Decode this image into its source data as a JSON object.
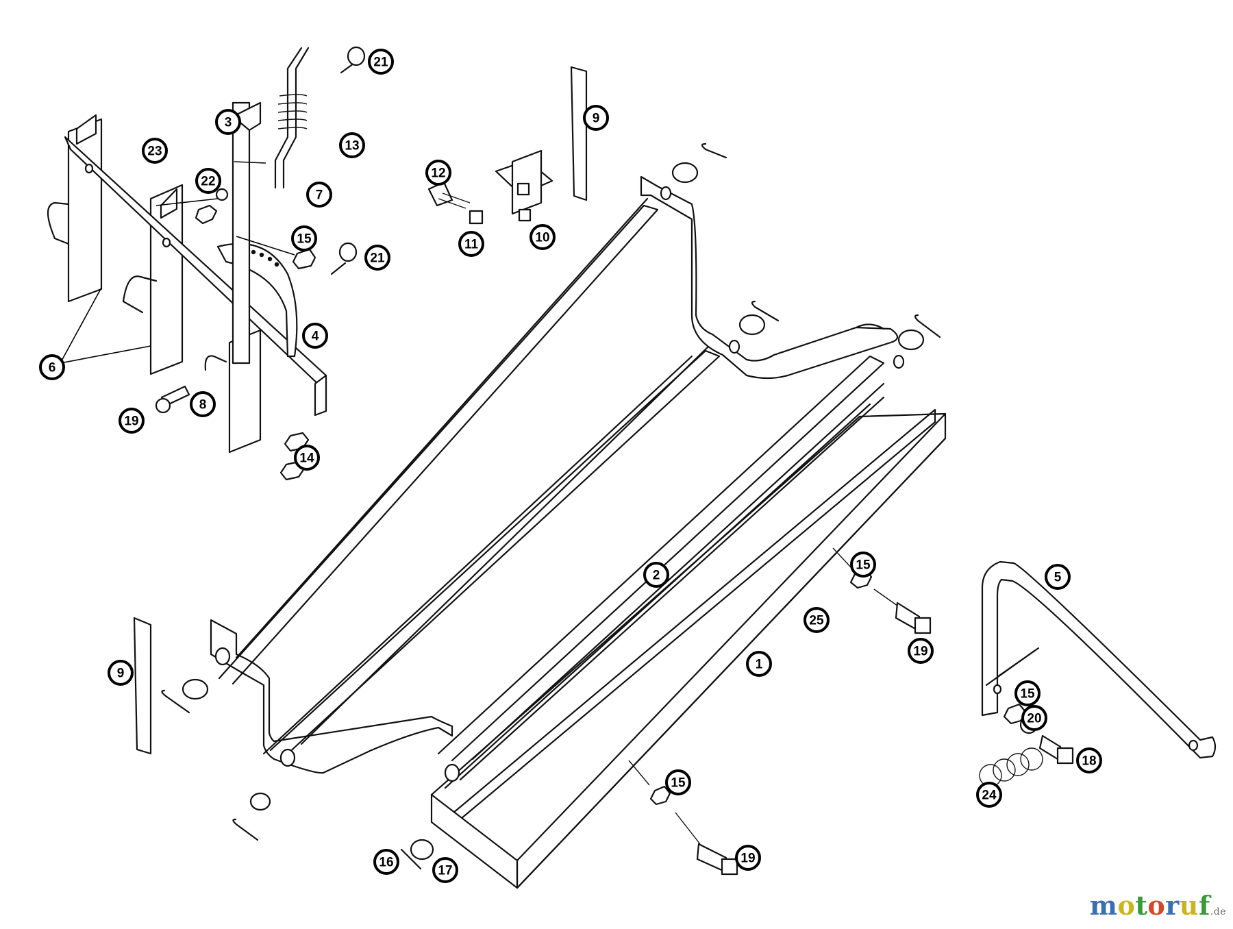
{
  "callouts": [
    {
      "label": "21"
    },
    {
      "label": "3"
    },
    {
      "label": "13"
    },
    {
      "label": "23"
    },
    {
      "label": "22"
    },
    {
      "label": "7"
    },
    {
      "label": "15"
    },
    {
      "label": "21"
    },
    {
      "label": "4"
    },
    {
      "label": "6"
    },
    {
      "label": "19"
    },
    {
      "label": "8"
    },
    {
      "label": "14"
    },
    {
      "label": "12"
    },
    {
      "label": "11"
    },
    {
      "label": "10"
    },
    {
      "label": "9"
    },
    {
      "label": "2"
    },
    {
      "label": "15"
    },
    {
      "label": "25"
    },
    {
      "label": "19"
    },
    {
      "label": "1"
    },
    {
      "label": "5"
    },
    {
      "label": "15"
    },
    {
      "label": "20"
    },
    {
      "label": "18"
    },
    {
      "label": "24"
    },
    {
      "label": "9"
    },
    {
      "label": "15"
    },
    {
      "label": "19"
    },
    {
      "label": "16"
    },
    {
      "label": "17"
    }
  ],
  "watermark": {
    "letters": [
      {
        "char": "m",
        "color": "#3a6fb5"
      },
      {
        "char": "o",
        "color": "#c9b51e"
      },
      {
        "char": "t",
        "color": "#3a9a3a"
      },
      {
        "char": "o",
        "color": "#d04a2a"
      },
      {
        "char": "r",
        "color": "#3a6fb5"
      },
      {
        "char": "u",
        "color": "#c9b51e"
      },
      {
        "char": "f",
        "color": "#3a9a3a"
      }
    ],
    "suffix": ".de"
  }
}
